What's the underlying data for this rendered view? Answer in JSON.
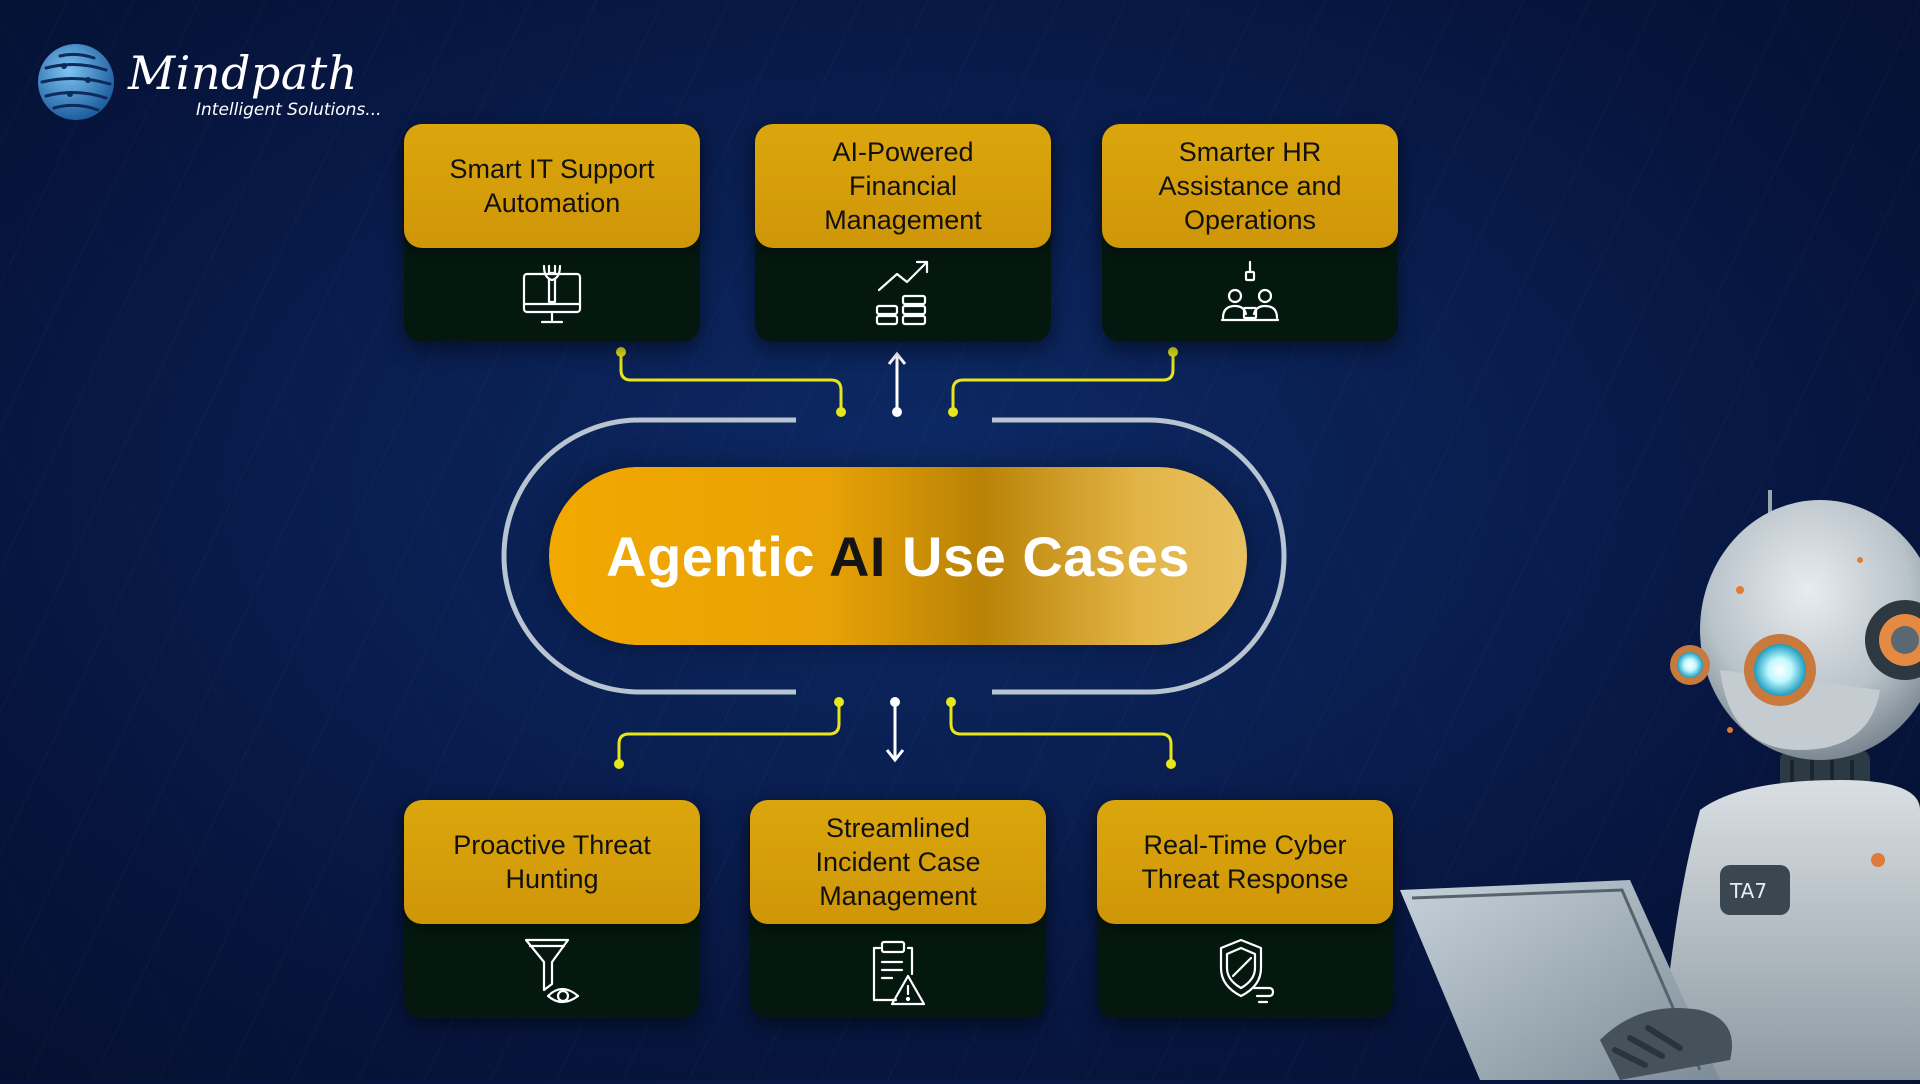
{
  "brand": {
    "name": "Mindpath",
    "tagline": "Intelligent Solutions..."
  },
  "center": {
    "title_part1": "Agentic ",
    "title_part2": "AI",
    "title_part3": " Use Cases"
  },
  "cards_top": [
    {
      "title": "Smart IT Support Automation",
      "icon": "monitor-wrench-icon"
    },
    {
      "title": "AI-Powered Financial Management",
      "icon": "growth-chart-coins-icon"
    },
    {
      "title": "Smarter HR Assistance and Operations",
      "icon": "team-people-icon"
    }
  ],
  "cards_bottom": [
    {
      "title": "Proactive Threat Hunting",
      "icon": "filter-eye-icon"
    },
    {
      "title": "Streamlined Incident Case Management",
      "icon": "clipboard-warning-icon"
    },
    {
      "title": "Real-Time Cyber Threat Response",
      "icon": "shield-check-icon"
    }
  ],
  "colors": {
    "accent": "#dba60c",
    "connector": "#e6e619",
    "background": "#0a1f52",
    "ring": "#b8c4d0"
  }
}
